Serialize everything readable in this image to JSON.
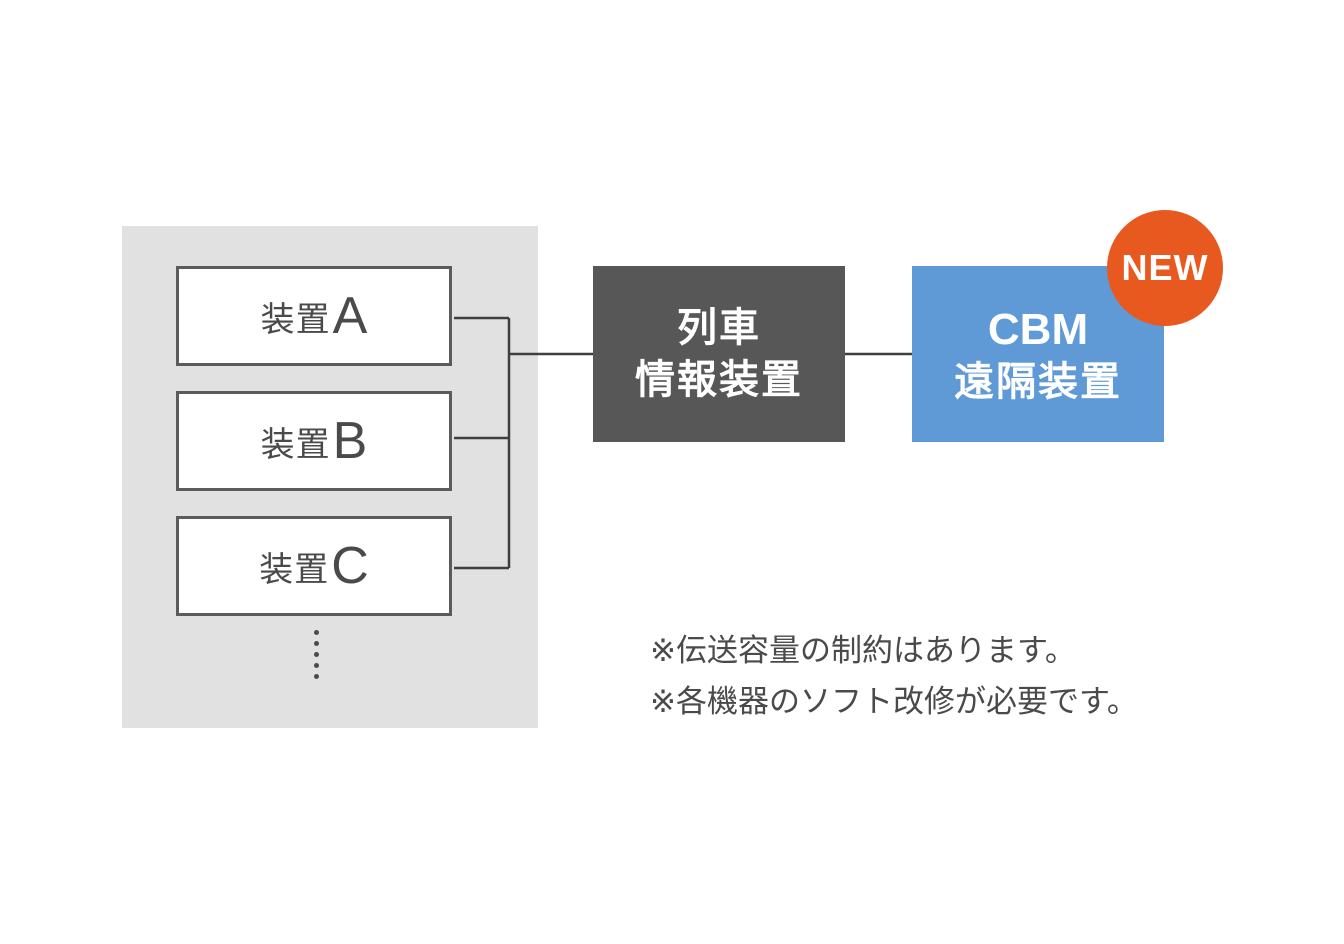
{
  "devices": [
    {
      "prefix": "装置",
      "letter": "A"
    },
    {
      "prefix": "装置",
      "letter": "B"
    },
    {
      "prefix": "装置",
      "letter": "C"
    }
  ],
  "train_info_unit": {
    "line1": "列車",
    "line2": "情報装置"
  },
  "cbm_unit": {
    "line1": "CBM",
    "line2": "遠隔装置"
  },
  "badge": "NEW",
  "notes": [
    "※伝送容量の制約はあります。",
    "※各機器のソフト改修が必要です。"
  ],
  "colors": {
    "panel": "#e0e1e0",
    "device_border": "#5b5b5b",
    "train_unit": "#585757",
    "cbm_unit": "#5f9ad6",
    "badge": "#e8591f",
    "text": "#4a4a4a"
  }
}
